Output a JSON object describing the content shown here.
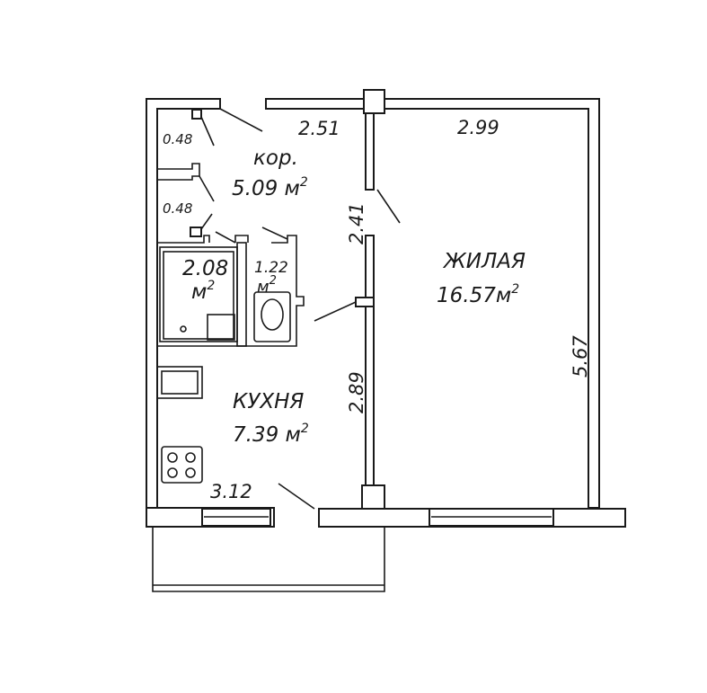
{
  "rooms": {
    "corridor": {
      "name": "кор.",
      "area": "5.09 м",
      "sup": "2"
    },
    "bath": {
      "area": "2.08",
      "unit": "м",
      "sup": "2"
    },
    "toilet": {
      "area": "1.22",
      "unit": "м",
      "sup": "2"
    },
    "kitchen": {
      "name": "КУХНЯ",
      "area": "7.39 м",
      "sup": "2"
    },
    "living": {
      "name": "ЖИЛАЯ",
      "area": "16.57м",
      "sup": "2"
    },
    "closet_top": {
      "area": "0.48"
    },
    "closet_bottom": {
      "area": "0.48"
    }
  },
  "dimensions": {
    "corridor_width": "2.51",
    "living_width": "2.99",
    "partition_upper": "2.41",
    "partition_lower": "2.89",
    "living_depth": "5.67",
    "kitchen_width": "3.12"
  }
}
